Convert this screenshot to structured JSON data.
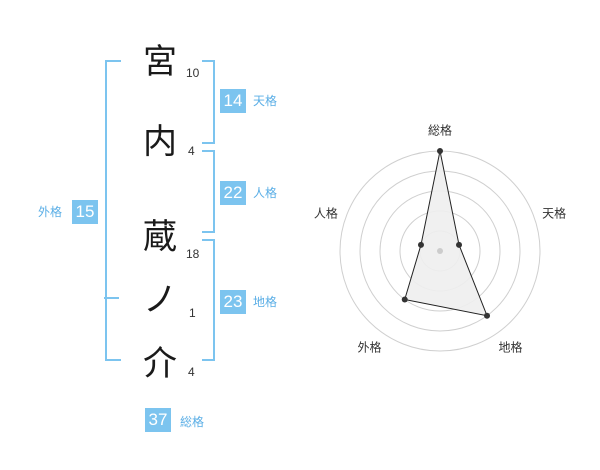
{
  "name_chars": [
    {
      "char": "宮",
      "strokes": "10"
    },
    {
      "char": "内",
      "strokes": "4"
    },
    {
      "char": "蔵",
      "strokes": "18"
    },
    {
      "char": "ノ",
      "strokes": "1"
    },
    {
      "char": "介",
      "strokes": "4"
    }
  ],
  "fortune": {
    "tenkaku": {
      "value": "14",
      "label": "天格"
    },
    "jinkaku": {
      "value": "22",
      "label": "人格"
    },
    "chikaku": {
      "value": "23",
      "label": "地格"
    },
    "gaikaku": {
      "value": "15",
      "label": "外格"
    },
    "soukaku": {
      "value": "37",
      "label": "総格"
    }
  },
  "chart_data": {
    "type": "radar",
    "axes": [
      "総格",
      "天格",
      "地格",
      "外格",
      "人格"
    ],
    "values": [
      5,
      1,
      4,
      3,
      1
    ],
    "rmax": 5,
    "rings": 5,
    "colors": {
      "grid": "#cfcfcf",
      "fill": "#eeeeee",
      "line": "#222222",
      "point": "#333333"
    }
  }
}
